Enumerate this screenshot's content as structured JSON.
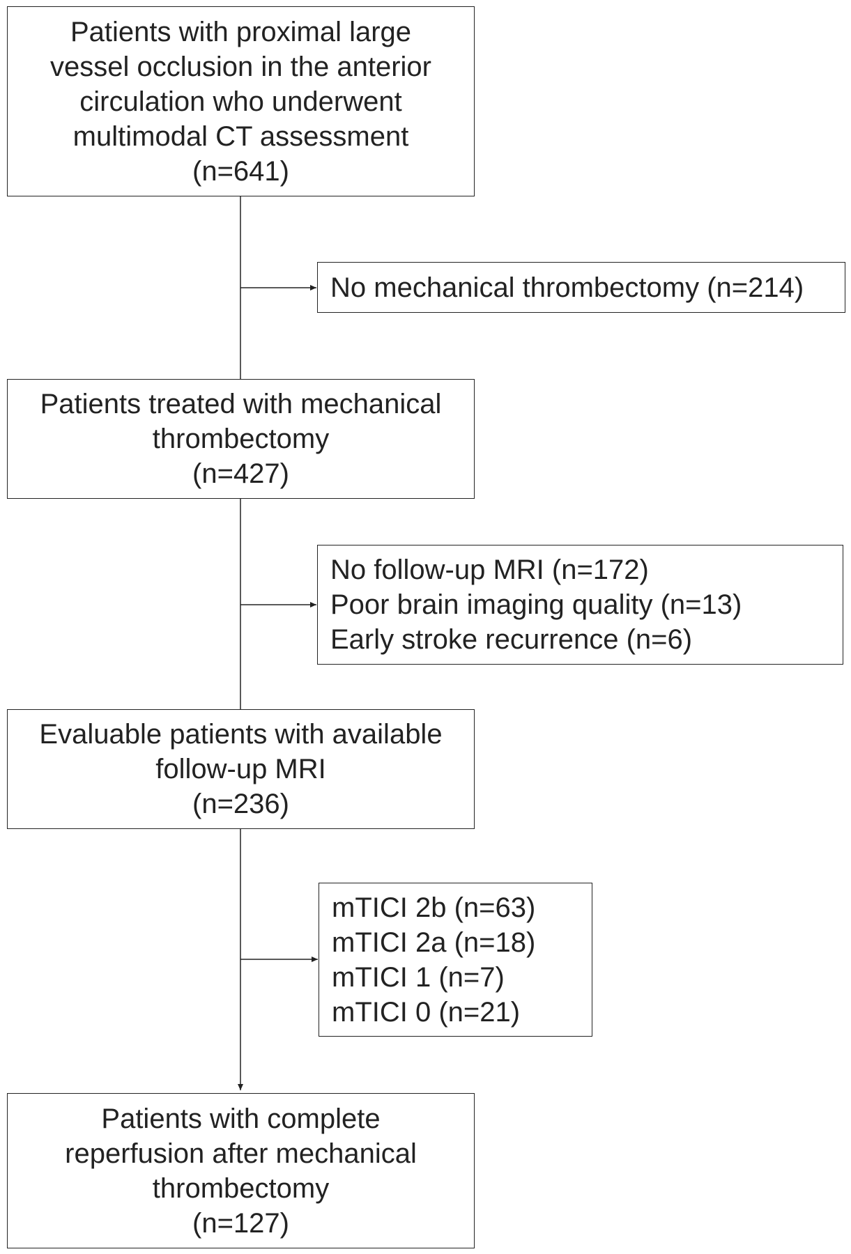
{
  "flowchart": {
    "main_boxes": [
      {
        "lines": [
          "Patients with proximal large",
          "vessel occlusion in the anterior",
          "circulation who underwent",
          "multimodal CT assessment",
          "(n=641)"
        ]
      },
      {
        "lines": [
          "Patients treated with mechanical",
          "thrombectomy",
          "(n=427)"
        ]
      },
      {
        "lines": [
          "Evaluable patients with available",
          "follow-up MRI",
          "(n=236)"
        ]
      },
      {
        "lines": [
          "Patients with complete",
          "reperfusion after mechanical",
          "thrombectomy",
          "(n=127)"
        ]
      }
    ],
    "exclusion_boxes": [
      {
        "lines": [
          "No mechanical thrombectomy (n=214)"
        ]
      },
      {
        "lines": [
          "No follow-up MRI (n=172)",
          "Poor brain imaging quality (n=13)",
          "Early stroke recurrence (n=6)"
        ]
      },
      {
        "lines": [
          "mTICI 2b (n=63)",
          "mTICI 2a (n=18)",
          "mTICI 1 (n=7)",
          "mTICI 0 (n=21)"
        ]
      }
    ]
  },
  "colors": {
    "line": "#222222",
    "text": "#222222",
    "background": "#ffffff"
  }
}
